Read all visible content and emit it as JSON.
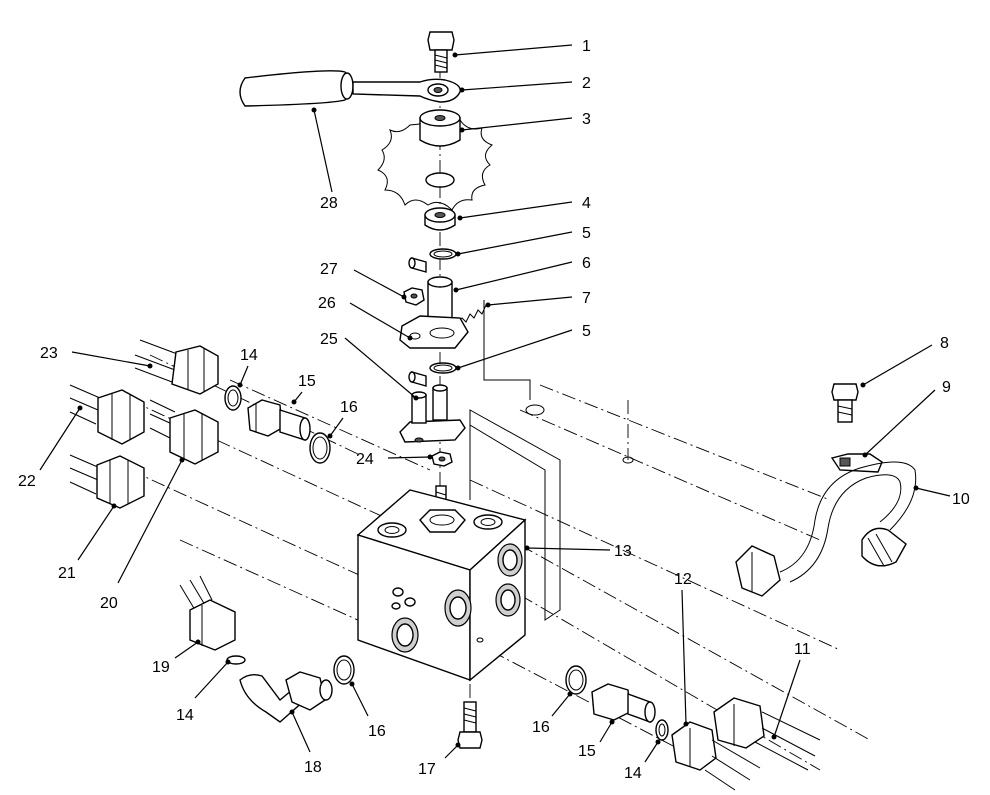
{
  "callouts": [
    {
      "id": "c1",
      "label": "1"
    },
    {
      "id": "c2",
      "label": "2"
    },
    {
      "id": "c3",
      "label": "3"
    },
    {
      "id": "c4",
      "label": "4"
    },
    {
      "id": "c5a",
      "label": "5"
    },
    {
      "id": "c6",
      "label": "6"
    },
    {
      "id": "c7",
      "label": "7"
    },
    {
      "id": "c5b",
      "label": "5"
    },
    {
      "id": "c8",
      "label": "8"
    },
    {
      "id": "c9",
      "label": "9"
    },
    {
      "id": "c10",
      "label": "10"
    },
    {
      "id": "c11",
      "label": "11"
    },
    {
      "id": "c12",
      "label": "12"
    },
    {
      "id": "c13",
      "label": "13"
    },
    {
      "id": "c14a",
      "label": "14"
    },
    {
      "id": "c14b",
      "label": "14"
    },
    {
      "id": "c14c",
      "label": "14"
    },
    {
      "id": "c15a",
      "label": "15"
    },
    {
      "id": "c15b",
      "label": "15"
    },
    {
      "id": "c16a",
      "label": "16"
    },
    {
      "id": "c16b",
      "label": "16"
    },
    {
      "id": "c16c",
      "label": "16"
    },
    {
      "id": "c17",
      "label": "17"
    },
    {
      "id": "c18",
      "label": "18"
    },
    {
      "id": "c19",
      "label": "19"
    },
    {
      "id": "c20",
      "label": "20"
    },
    {
      "id": "c21",
      "label": "21"
    },
    {
      "id": "c22",
      "label": "22"
    },
    {
      "id": "c23",
      "label": "23"
    },
    {
      "id": "c24",
      "label": "24"
    },
    {
      "id": "c25",
      "label": "25"
    },
    {
      "id": "c26",
      "label": "26"
    },
    {
      "id": "c27",
      "label": "27"
    },
    {
      "id": "c28",
      "label": "28"
    }
  ]
}
